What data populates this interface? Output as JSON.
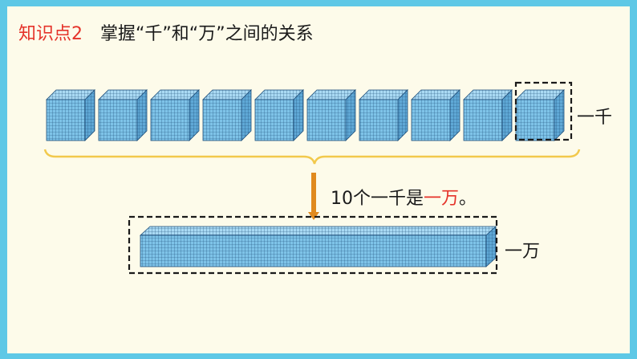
{
  "title": {
    "knowledge_point": "知识点2",
    "text": "掌握“千”和“万”之间的关系"
  },
  "label_thousand": "一千",
  "label_ten_thousand": "一万",
  "sentence": {
    "prefix": "10个一千是",
    "highlight": "一万",
    "suffix": "。"
  },
  "cube_count": 10,
  "colors": {
    "title_red": "#e5332a",
    "cube_blue": "#7ec3e8",
    "arrow_orange": "#e08a1e",
    "brace_yellow": "#f2c94c",
    "slide_bg": "#fdfbea",
    "frame_cyan": "#5ec8e6"
  }
}
